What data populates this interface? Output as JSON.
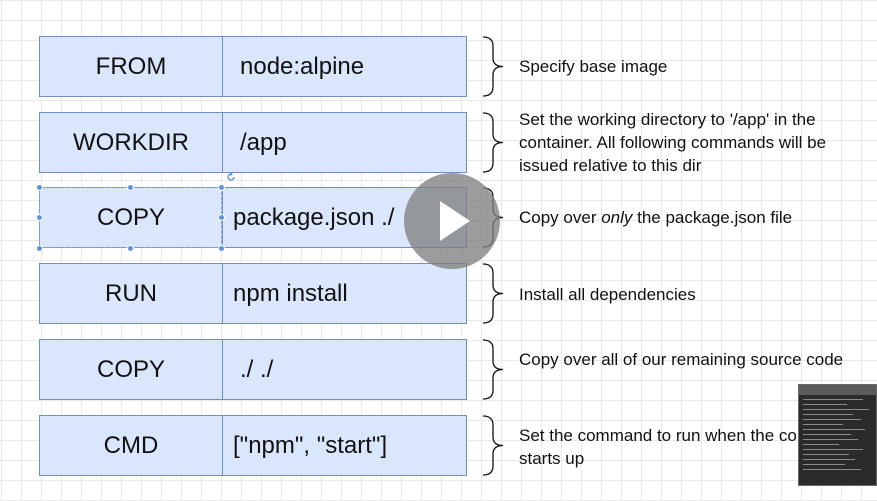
{
  "rows": [
    {
      "instruction": "FROM",
      "argument": "node:alpine",
      "note": "Specify base image"
    },
    {
      "instruction": "WORKDIR",
      "argument": "/app",
      "note": "Set the working directory to '/app' in the container.  All following commands will be issued relative to this dir"
    },
    {
      "instruction": "COPY",
      "argument": "package.json ./",
      "note_before": "Copy over ",
      "note_emphasis": "only",
      "note_after": " the package.json file"
    },
    {
      "instruction": "RUN",
      "argument": "npm install",
      "note": "Install all dependencies"
    },
    {
      "instruction": "COPY",
      "argument": "./ ./",
      "note": "Copy over all of our remaining source code"
    },
    {
      "instruction": "CMD",
      "argument": "[\"npm\", \"start\"]",
      "note": "Set the command to run when the container starts up"
    }
  ],
  "icons": {
    "play": "play-icon",
    "rotate": "rotate-handle-icon",
    "brace": "right-curly-brace-icon",
    "webcam": "webcam-thumbnail"
  },
  "colors": {
    "box_fill": "#dae6fb",
    "box_border": "#6f8fbf",
    "selection": "#5f93e0",
    "play_overlay": "#808080"
  }
}
